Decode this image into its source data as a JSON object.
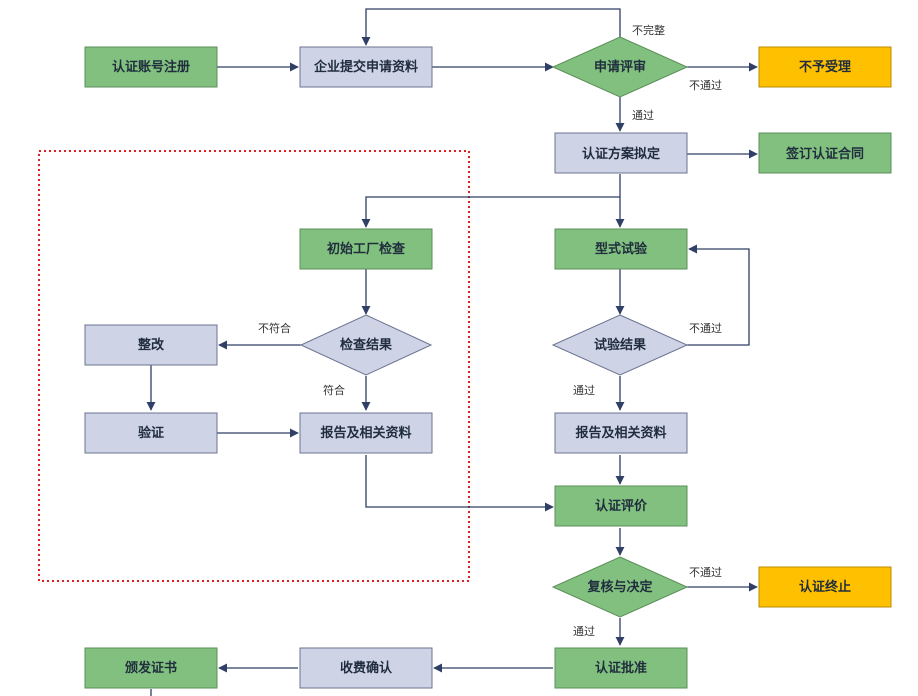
{
  "colors": {
    "green": "#82c07f",
    "green_border": "#5a8f58",
    "lavender": "#cfd3e6",
    "lavender_border": "#6b7390",
    "orange": "#ffc000",
    "orange_border": "#b98b00",
    "diamond_fill": "#cfd3e6",
    "line": "#2f3f66",
    "dotted_border": "#e02020"
  },
  "nodes": {
    "register": "认证账号注册",
    "submit": "企业提交申请资料",
    "review": "申请评审",
    "reject": "不予受理",
    "plan": "认证方案拟定",
    "contract": "签订认证合同",
    "inspect": "初始工厂检查",
    "inspect_result": "检查结果",
    "rectify": "整改",
    "verify": "验证",
    "report_left": "报告及相关资料",
    "type_test": "型式试验",
    "test_result": "试验结果",
    "report_right": "报告及相关资料",
    "evaluate": "认证评价",
    "decide": "复核与决定",
    "terminate": "认证终止",
    "approve": "认证批准",
    "fee": "收费确认",
    "issue": "颁发证书"
  },
  "labels": {
    "incomplete": "不完整",
    "review_fail": "不通过",
    "review_pass": "通过",
    "nonconform": "不符合",
    "conform": "符合",
    "test_fail": "不通过",
    "test_pass": "通过",
    "decide_fail": "不通过",
    "decide_pass": "通过"
  }
}
